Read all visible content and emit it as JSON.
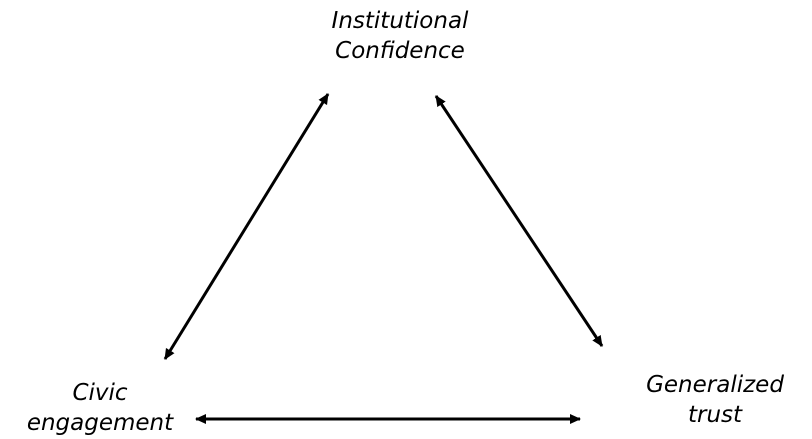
{
  "nodes": {
    "top": {
      "line1": "Institutional",
      "line2": "Confidence"
    },
    "left": {
      "line1": "Civic",
      "line2": "engagement"
    },
    "right": {
      "line1": "Generalized",
      "line2": "trust"
    }
  },
  "edges": [
    {
      "from": "left",
      "to": "top",
      "direction": "both"
    },
    {
      "from": "top",
      "to": "right",
      "direction": "both"
    },
    {
      "from": "left",
      "to": "right",
      "direction": "both"
    }
  ],
  "colors": {
    "line": "#000000",
    "text": "#000000",
    "background": "#ffffff"
  }
}
